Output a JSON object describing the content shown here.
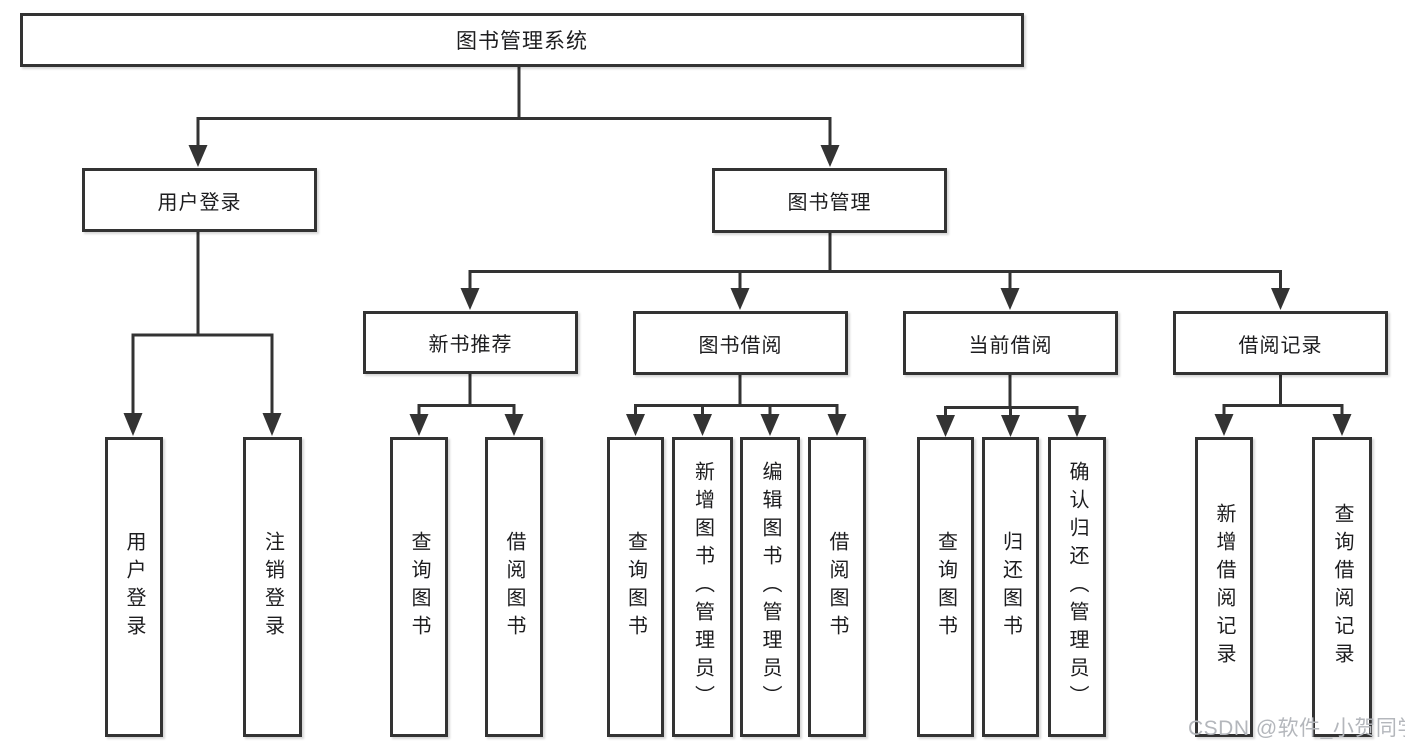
{
  "diagram": {
    "type": "tree",
    "root": {
      "label": "图书管理系统",
      "children": [
        {
          "label": "用户登录",
          "children": [
            {
              "label": "用户登录"
            },
            {
              "label": "注销登录"
            }
          ]
        },
        {
          "label": "图书管理",
          "children": [
            {
              "label": "新书推荐",
              "children": [
                {
                  "label": "查询图书"
                },
                {
                  "label": "借阅图书"
                }
              ]
            },
            {
              "label": "图书借阅",
              "children": [
                {
                  "label": "查询图书"
                },
                {
                  "label": "新增图书（管理员）"
                },
                {
                  "label": "编辑图书（管理员）"
                },
                {
                  "label": "借阅图书"
                }
              ]
            },
            {
              "label": "当前借阅",
              "children": [
                {
                  "label": "查询图书"
                },
                {
                  "label": "归还图书"
                },
                {
                  "label": "确认归还（管理员）"
                }
              ]
            },
            {
              "label": "借阅记录",
              "children": [
                {
                  "label": "新增借阅记录"
                },
                {
                  "label": "查询借阅记录"
                }
              ]
            }
          ]
        }
      ]
    }
  },
  "watermark": {
    "text": "CSDN @软件_小贺同学",
    "color": "#b4b7bc"
  },
  "colors": {
    "line": "#333333",
    "text": "#1d1d1f",
    "background": "#ffffff"
  }
}
